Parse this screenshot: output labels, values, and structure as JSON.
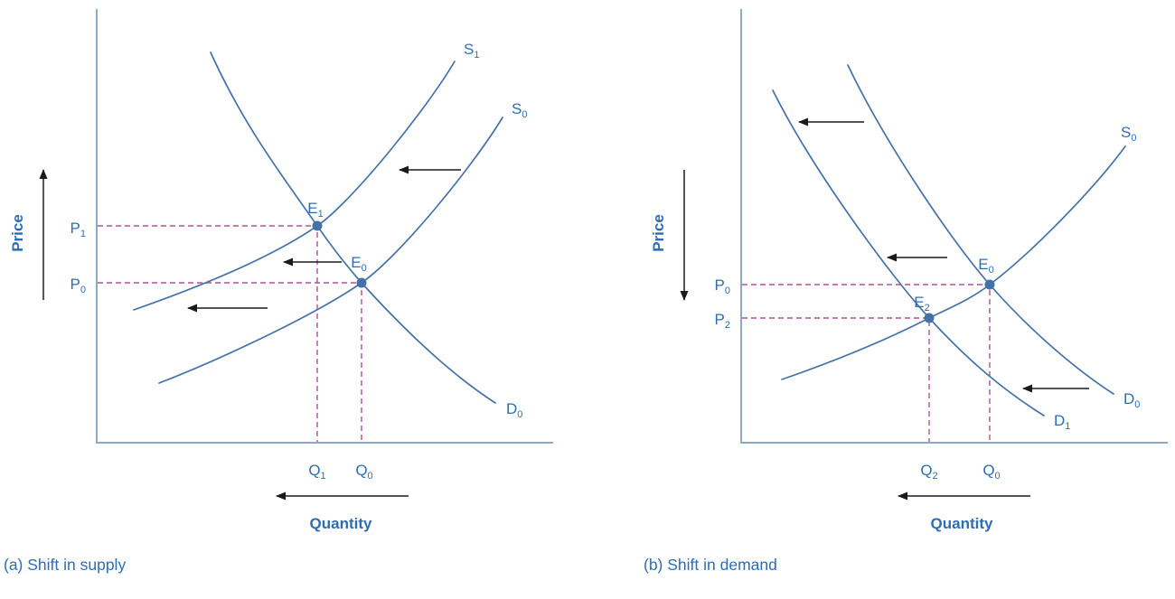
{
  "colors": {
    "background": "#ffffff",
    "curve": "#4472a8",
    "axis": "#8fa9c4",
    "text": "#2e6db4",
    "dashed": "#b0519f",
    "arrow": "#1a1a1a"
  },
  "panel_a": {
    "caption": "(a) Shift in supply",
    "y_axis": "Price",
    "x_axis": "Quantity",
    "labels": {
      "s1": {
        "base": "S",
        "sub": "1"
      },
      "s0": {
        "base": "S",
        "sub": "0"
      },
      "d0": {
        "base": "D",
        "sub": "0"
      },
      "e1": {
        "base": "E",
        "sub": "1"
      },
      "e0": {
        "base": "E",
        "sub": "0"
      },
      "p1": {
        "base": "P",
        "sub": "1"
      },
      "p0": {
        "base": "P",
        "sub": "0"
      },
      "q1": {
        "base": "Q",
        "sub": "1"
      },
      "q0": {
        "base": "Q",
        "sub": "0"
      }
    }
  },
  "panel_b": {
    "caption": "(b) Shift in demand",
    "y_axis": "Price",
    "x_axis": "Quantity",
    "labels": {
      "s0": {
        "base": "S",
        "sub": "0"
      },
      "d0": {
        "base": "D",
        "sub": "0"
      },
      "d1": {
        "base": "D",
        "sub": "1"
      },
      "e0": {
        "base": "E",
        "sub": "0"
      },
      "e2": {
        "base": "E",
        "sub": "2"
      },
      "p0": {
        "base": "P",
        "sub": "0"
      },
      "p2": {
        "base": "P",
        "sub": "2"
      },
      "q2": {
        "base": "Q",
        "sub": "2"
      },
      "q0": {
        "base": "Q",
        "sub": "0"
      }
    }
  }
}
